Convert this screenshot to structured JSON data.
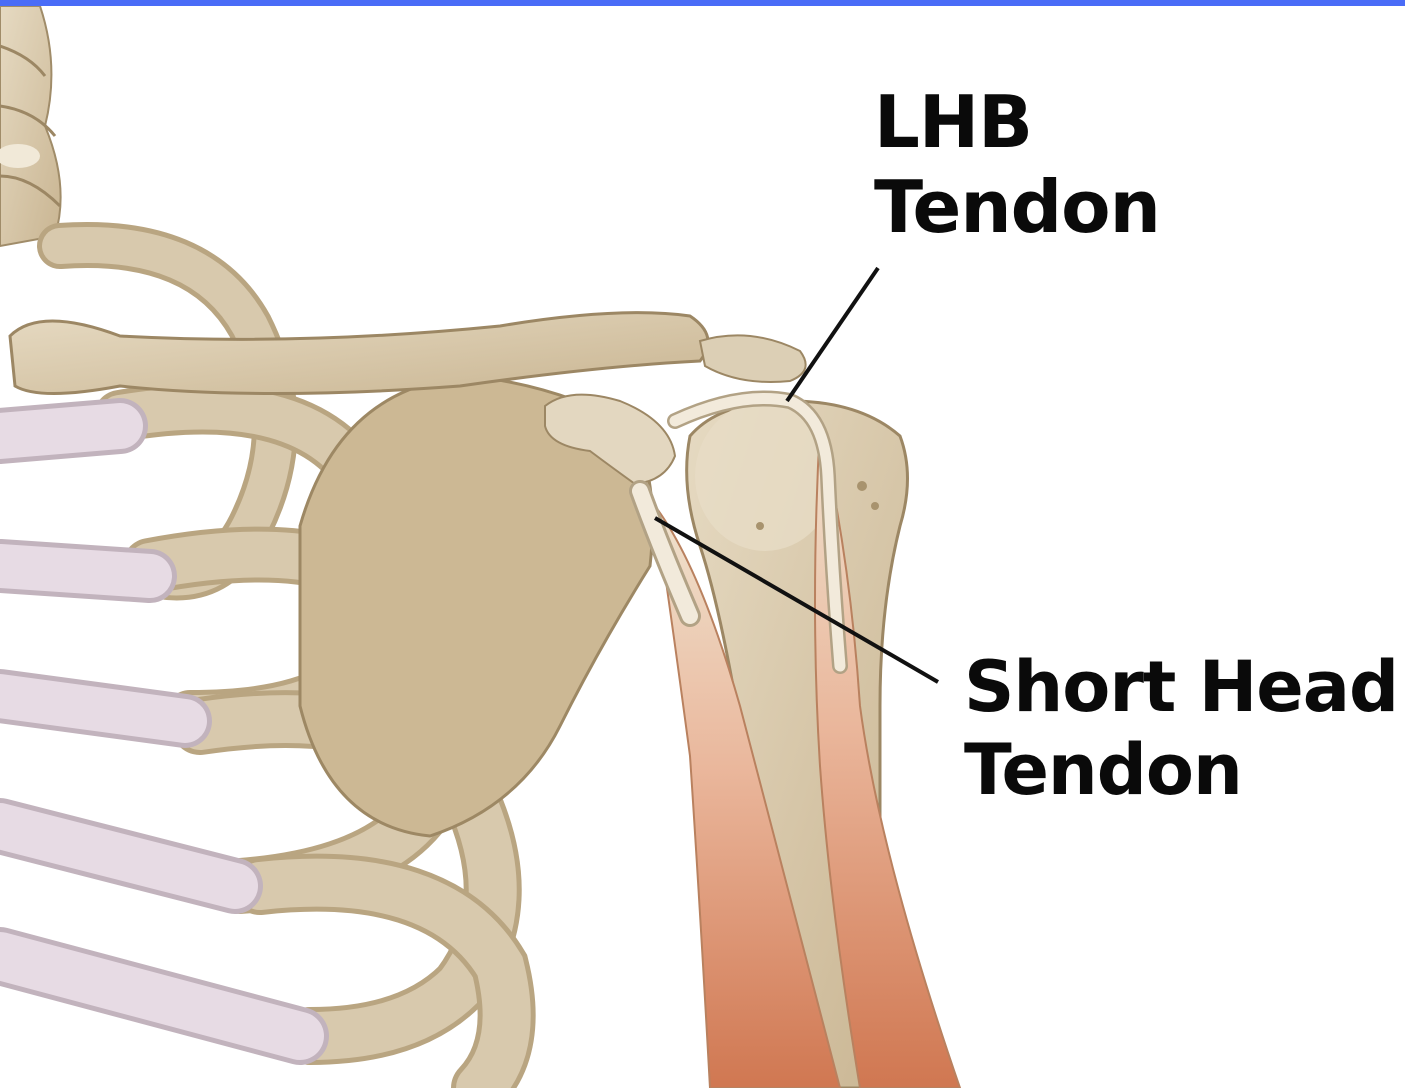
{
  "colors": {
    "top_bar": "#4a6cf7",
    "bone": "#d9cbb0",
    "bone_shadow": "#b7a27f",
    "bone_outline": "#8f7b58",
    "cartilage": "#e6d9e3",
    "tendon": "#efe6d4",
    "muscle": "#d98460",
    "leader_line": "#111111"
  },
  "labels": {
    "lhb": {
      "line1": "LHB",
      "line2": "Tendon"
    },
    "short_head": {
      "line1": "Short Head",
      "line2": "Tendon"
    }
  }
}
